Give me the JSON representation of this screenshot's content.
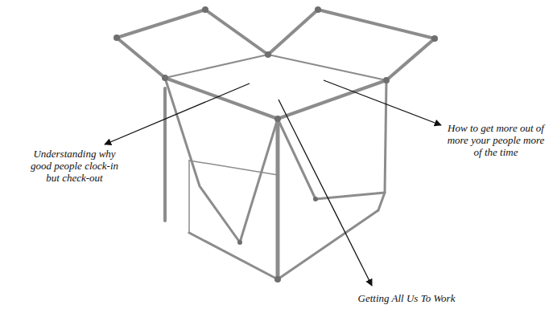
{
  "diagram": {
    "labels": [
      "Understanding why good people clock-in but check-out",
      "How to get more out of more your people more of the time",
      "Getting All Us To Work"
    ]
  }
}
